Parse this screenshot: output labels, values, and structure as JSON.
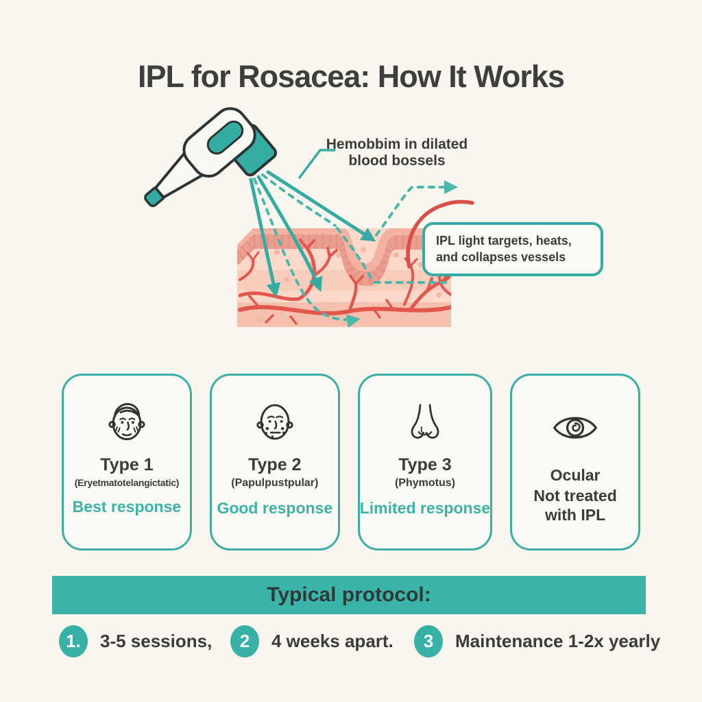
{
  "title": "IPL for Rosacea: How It Works",
  "colors": {
    "teal_accent": "#3ab3a8",
    "teal_beam": "#35aca1",
    "teal_dashed": "#4ab7ab",
    "vessel_red": "#e2564e",
    "swoosh_red": "#d9504a",
    "skin_base": "#fbd8c9",
    "text_dark": "#3b3b3b",
    "background": "#f8f6ef"
  },
  "diagram": {
    "device_icon": "ipl-handpiece",
    "vessel_label": "Hemobbim in dilated blood bossels",
    "callout": "IPL light targets, heats, and collapses vessels"
  },
  "cards": [
    {
      "icon": "face-telangiectasia-icon",
      "type": "Type 1",
      "subtype": "(Eryetmatotelangictatic)",
      "response": "Best response"
    },
    {
      "icon": "face-papules-icon",
      "type": "Type 2",
      "subtype": "(Papulpustpular)",
      "response": "Good response"
    },
    {
      "icon": "nose-icon",
      "type": "Type 3",
      "subtype": "(Phymotus)",
      "response": "Limited response"
    },
    {
      "icon": "eye-icon",
      "type": "Ocular",
      "note": "Not treated with IPL"
    }
  ],
  "protocol": {
    "header": "Typical protocol:",
    "steps": [
      {
        "number": "1.",
        "label": "3-5 sessions,"
      },
      {
        "number": "2",
        "label": "4 weeks apart."
      },
      {
        "number": "3",
        "label": "Maintenance 1-2x yearly"
      }
    ]
  }
}
